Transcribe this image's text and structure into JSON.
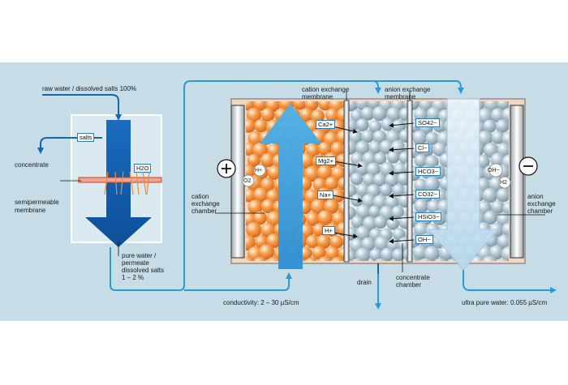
{
  "colors": {
    "background_panel": "#c6dde8",
    "blue_dark": "#1565b5",
    "blue_flow": "#2596d6",
    "cation_bead": "#f08a33",
    "anion_bead": "#a9c2cf",
    "membrane_band": "#f2a58c"
  },
  "icons": [
    "plus-icon",
    "minus-icon",
    "water-droplet-icon",
    "flow-arrow-icon"
  ],
  "ro": {
    "raw_water": "raw water / dissolved salts 100%",
    "salts": "salts",
    "h2o": "H2O",
    "concentrate": "concentrate",
    "membrane_line1": "semipermeable",
    "membrane_line2": "membrane",
    "permeate_line1": "pure water /",
    "permeate_line2": "permeate",
    "permeate_line3": "dissolved salts",
    "permeate_line4": "1 – 2 %"
  },
  "edi": {
    "cation_membrane_line1": "cation exchange",
    "cation_membrane_line2": "membrane",
    "anion_membrane_line1": "anion exchange",
    "anion_membrane_line2": "membrane",
    "cation_chamber_line1": "cation",
    "cation_chamber_line2": "exchange",
    "cation_chamber_line3": "chamber",
    "anion_chamber_line1": "anion",
    "anion_chamber_line2": "exchange",
    "anion_chamber_line3": "chamber",
    "concentrate_chamber_line1": "concentrate",
    "concentrate_chamber_line2": "chamber",
    "drain": "drain",
    "conductivity": "conductivity: 2 – 30 µS/cm",
    "ultra_pure": "ultra pure water: 0.055 µS/cm",
    "plus": "+",
    "minus": "–",
    "o2": "O2",
    "h_plus": "H+",
    "oh_minus": "OH−",
    "h2": "H2",
    "cations": [
      "Ca2+",
      "Mg2+",
      "Na+",
      "H+"
    ],
    "anions": [
      "SO42−",
      "Cl−",
      "HCO3−",
      "CO32−",
      "HSiO3−",
      "OH−"
    ]
  }
}
